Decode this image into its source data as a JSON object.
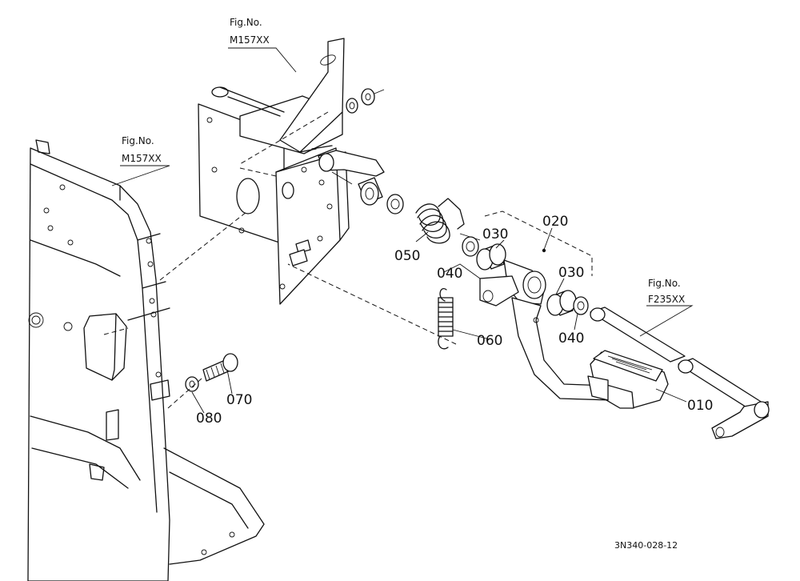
{
  "figure_refs": {
    "top": [
      "Fig.No.",
      "M157XX"
    ],
    "left": [
      "Fig.No.",
      "M157XX"
    ],
    "right": [
      "Fig.No.",
      "F235XX"
    ]
  },
  "part_labels": {
    "p010": "010",
    "p020": "020",
    "p030_upper": "030",
    "p030_lower": "030",
    "p040_upper": "040",
    "p040_lower": "040",
    "p050": "050",
    "p060": "060",
    "p070": "070",
    "p080": "080"
  },
  "drawing_code": "3N340-028-12"
}
